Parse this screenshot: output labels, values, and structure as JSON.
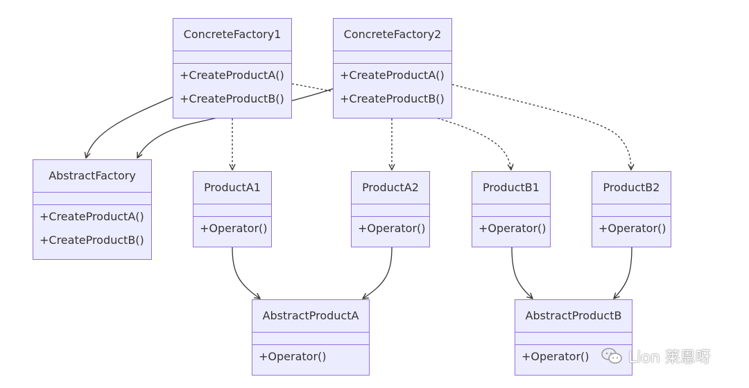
{
  "classes": [
    {
      "id": "ConcreteFactory1",
      "name": "ConcreteFactory1",
      "methods": [
        "+CreateProductA()",
        "+CreateProductB()"
      ]
    },
    {
      "id": "ConcreteFactory2",
      "name": "ConcreteFactory2",
      "methods": [
        "+CreateProductA()",
        "+CreateProductB()"
      ]
    },
    {
      "id": "AbstractFactory",
      "name": "AbstractFactory",
      "methods": [
        "+CreateProductA()",
        "+CreateProductB()"
      ]
    },
    {
      "id": "ProductA1",
      "name": "ProductA1",
      "methods": [
        "+Operator()"
      ]
    },
    {
      "id": "ProductA2",
      "name": "ProductA2",
      "methods": [
        "+Operator()"
      ]
    },
    {
      "id": "ProductB1",
      "name": "ProductB1",
      "methods": [
        "+Operator()"
      ]
    },
    {
      "id": "ProductB2",
      "name": "ProductB2",
      "methods": [
        "+Operator()"
      ]
    },
    {
      "id": "AbstractProductA",
      "name": "AbstractProductA",
      "methods": [
        "+Operator()"
      ]
    },
    {
      "id": "AbstractProductB",
      "name": "AbstractProductB",
      "methods": [
        "+Operator()"
      ]
    }
  ],
  "relations": [
    {
      "from": "ConcreteFactory1",
      "to": "AbstractFactory",
      "kind": "inheritance"
    },
    {
      "from": "ConcreteFactory2",
      "to": "AbstractFactory",
      "kind": "inheritance"
    },
    {
      "from": "ConcreteFactory1",
      "to": "ProductA1",
      "kind": "dependency"
    },
    {
      "from": "ConcreteFactory1",
      "to": "ProductB1",
      "kind": "dependency"
    },
    {
      "from": "ConcreteFactory2",
      "to": "ProductA2",
      "kind": "dependency"
    },
    {
      "from": "ConcreteFactory2",
      "to": "ProductB2",
      "kind": "dependency"
    },
    {
      "from": "ProductA1",
      "to": "AbstractProductA",
      "kind": "inheritance"
    },
    {
      "from": "ProductA2",
      "to": "AbstractProductA",
      "kind": "inheritance"
    },
    {
      "from": "ProductB1",
      "to": "AbstractProductB",
      "kind": "inheritance"
    },
    {
      "from": "ProductB2",
      "to": "AbstractProductB",
      "kind": "inheritance"
    }
  ],
  "colors": {
    "box_fill": "#ececff",
    "box_border": "#9370db",
    "edge": "#333333"
  },
  "watermark": {
    "text": "Lion 莱恩呀",
    "icon": "wechat-chat-bubbles-icon"
  }
}
